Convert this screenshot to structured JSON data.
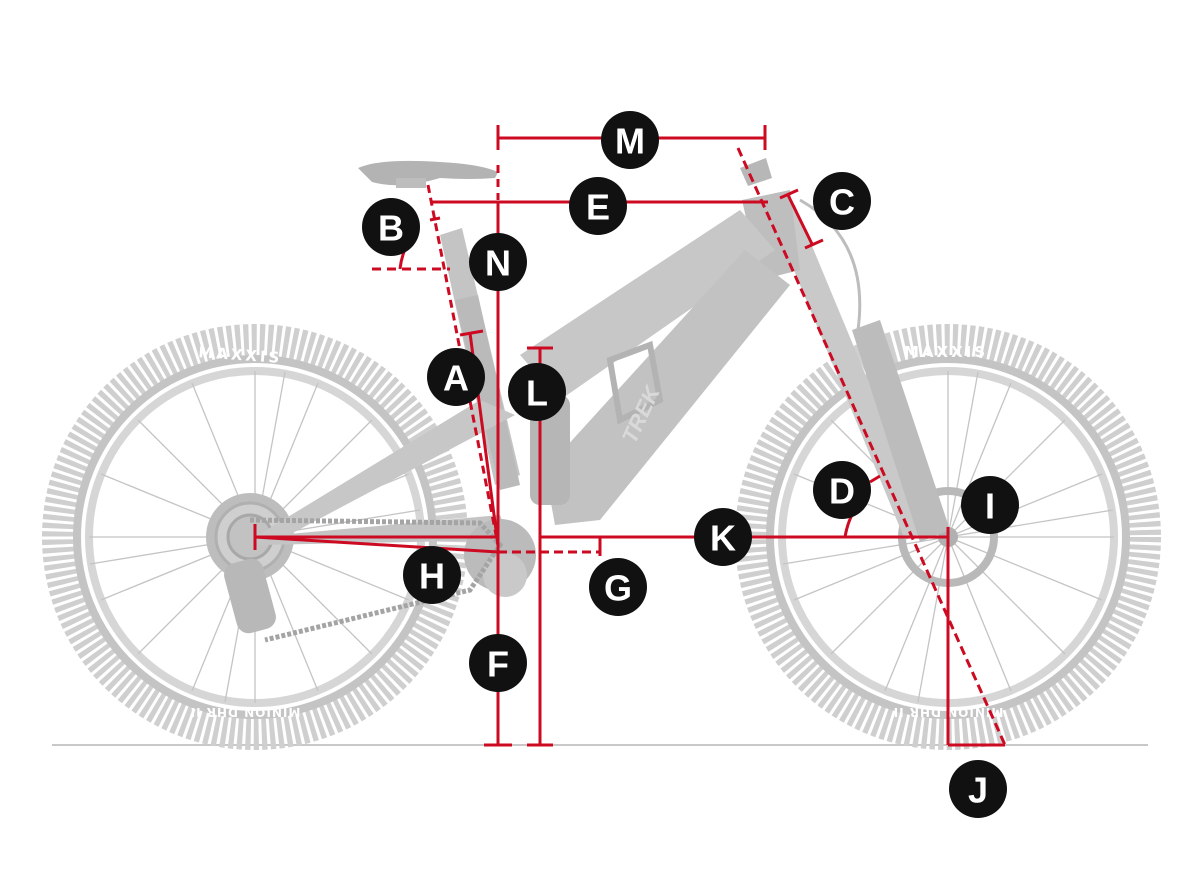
{
  "colors": {
    "measure_red": "#cc0a22",
    "bike_gray": "#cfcfcf",
    "bike_dark": "#a9a9a9",
    "marker_fill": "#111111",
    "marker_text": "#ffffff",
    "ground": "#c8c8c8"
  },
  "bike": {
    "tire_brand_rear": "MAXXIS",
    "tire_brand_front": "MAXXIS",
    "tire_model_rear": "MINION DHR II",
    "tire_model_front": "MINION DHR II",
    "frame_brand": "TREK"
  },
  "markers": {
    "A": "A",
    "B": "B",
    "C": "C",
    "D": "D",
    "E": "E",
    "F": "F",
    "G": "G",
    "H": "H",
    "I": "I",
    "J": "J",
    "K": "K",
    "L": "L",
    "M": "M",
    "N": "N"
  }
}
